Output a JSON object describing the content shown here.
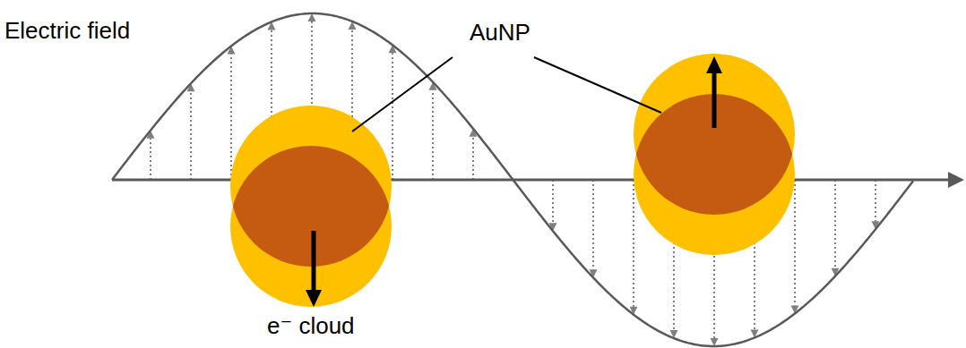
{
  "diagram": {
    "labels": [
      "Electric field",
      "AuNP",
      "e⁻ cloud"
    ]
  }
}
